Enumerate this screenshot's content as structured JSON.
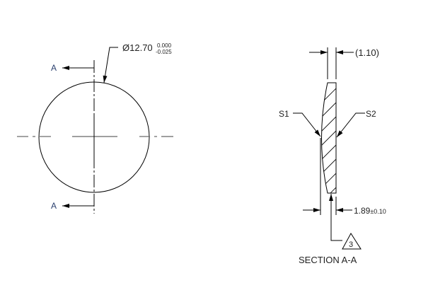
{
  "drawing": {
    "front_view": {
      "diameter_symbol": "Ø",
      "diameter_value": "12.70",
      "tol_upper": "0.000",
      "tol_lower": "-0.025",
      "section_label_top": "A",
      "section_label_bottom": "A"
    },
    "section_view": {
      "edge_thickness_label": "(1.10)",
      "center_thickness_value": "1.89",
      "center_thickness_tol": "±0.10",
      "surface_1_label": "S1",
      "surface_2_label": "S2",
      "note_number": "3",
      "title": "SECTION A-A"
    }
  },
  "colors": {
    "line": "#000000",
    "centerline": "#555555",
    "section_label": "#2a3f6e"
  }
}
